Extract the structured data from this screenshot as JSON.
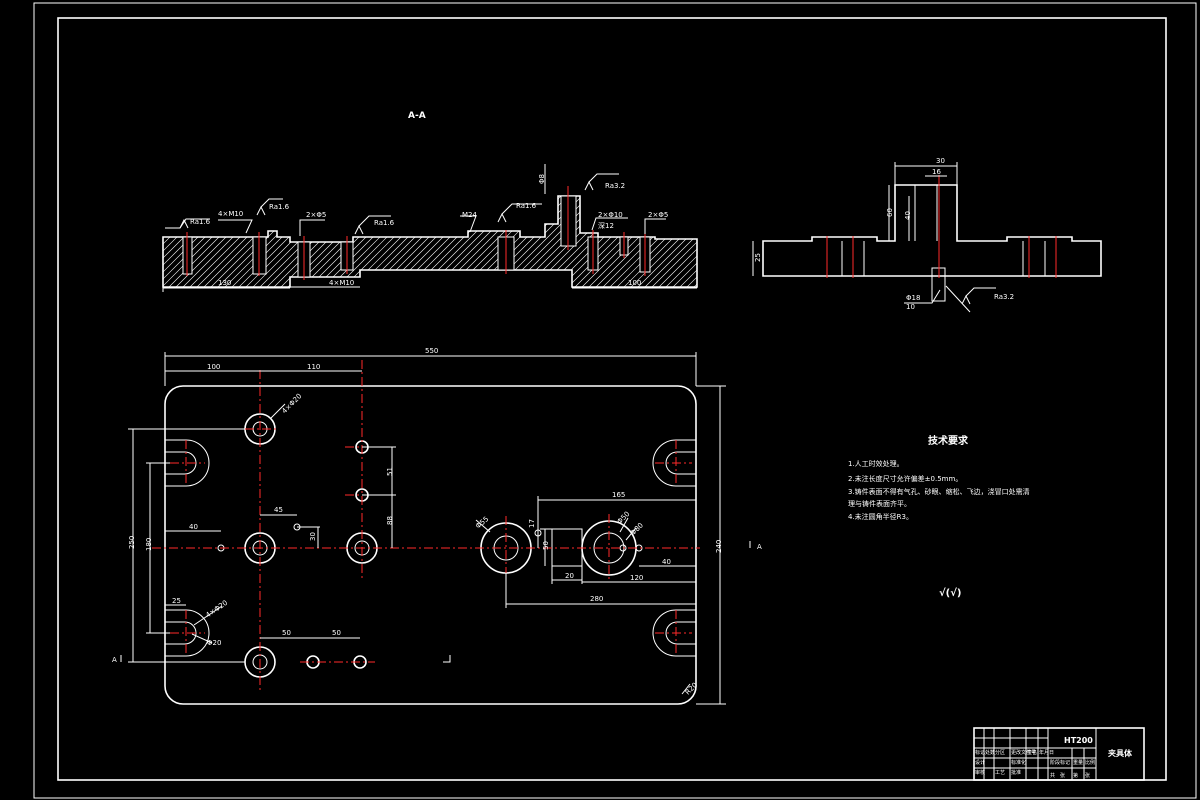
{
  "section": {
    "label": "A-A"
  },
  "section_dims": {
    "ra_left": "Ra1.6",
    "holes_left": "4×M10",
    "ra_mid_left": "Ra1.6",
    "pins_left": "2×Φ5",
    "ra_center_left": "Ra1.6",
    "thread_mid": "M24",
    "ra_mid": "Ra1.6",
    "top_tol": "Φ8",
    "ra_top": "Ra3.2",
    "holes_right": "2×Φ10",
    "depth_right": "深12",
    "pins_right": "2×Φ5",
    "len_left": "130",
    "len_mid": "4×M10",
    "len_right": "100"
  },
  "side_dims": {
    "top_width": "30",
    "top_inner": "16",
    "height_outer": "60",
    "height_inner": "40",
    "base_height": "25",
    "ra_bottom": "Ra3.2",
    "bottom_hole": "Φ18",
    "bottom_depth": "10"
  },
  "plan_dims": {
    "overall": "550",
    "left_offset": "100",
    "second_offset": "110",
    "hole_tl": "4×Φ20",
    "spacing_51": "51",
    "spacing_88": "88",
    "small_45": "45",
    "offset_40": "40",
    "offset_30": "30",
    "height_250": "250",
    "height_180": "180",
    "height_240": "240",
    "slot_25": "25",
    "slot_hole": "4×Φ20",
    "slot_bottom": "Φ20",
    "bottom_50a": "50",
    "bottom_50b": "50",
    "dia_55": "Φ55",
    "width_17": "17",
    "width_50": "50",
    "width_20": "20",
    "right_165": "165",
    "right_dia": "Φ50",
    "right_dia2": "Φ80",
    "right_120": "120",
    "right_40": "40",
    "bottom_len": "280",
    "corner_r": "R20",
    "view_a_left": "A",
    "view_a_right": "A"
  },
  "requirements": {
    "heading": "技术要求",
    "items": [
      "1.人工时效处理。",
      "2.未注长度尺寸允许偏差±0.5mm。",
      "3.铸件表面不得有气孔、砂眼、缩松、飞边，浇冒口处需清",
      "  理与铸件表面齐平。",
      "4.未注圆角半径R3。"
    ]
  },
  "roughness_mark": "√(√)",
  "title_block": {
    "code": "HT200",
    "name": "夹具体",
    "cells": [
      "标记",
      "处数",
      "分区",
      "更改文件号",
      "签名",
      "年月日",
      "设计",
      "标准化",
      "阶段标记",
      "重量",
      "比例",
      "审核",
      "工艺",
      "批准",
      "共",
      "张",
      "第",
      "张"
    ]
  }
}
